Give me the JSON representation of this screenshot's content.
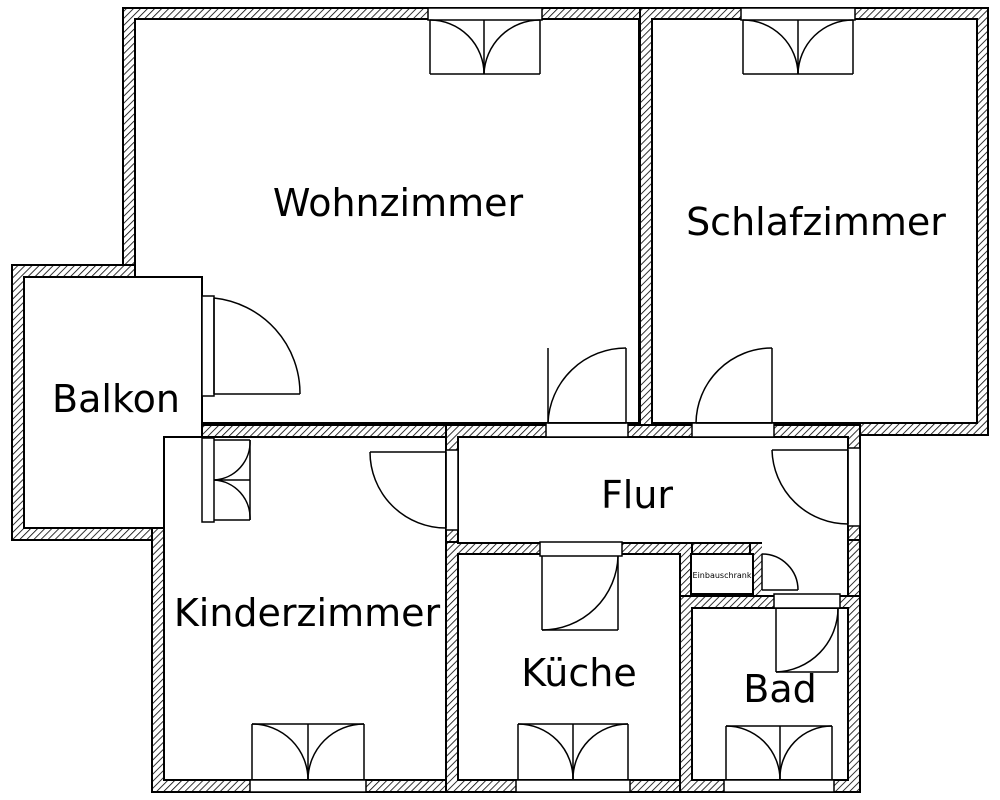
{
  "rooms": {
    "wohnzimmer": "Wohnzimmer",
    "schlafzimmer": "Schlafzimmer",
    "balkon": "Balkon",
    "flur": "Flur",
    "kinderzimmer": "Kinderzimmer",
    "kueche": "Küche",
    "bad": "Bad"
  },
  "fixtures": {
    "einbauschrank": "Einbauschrank"
  },
  "colors": {
    "wall_fill": "#ffffff",
    "wall_hatch": "#000000",
    "line": "#000000",
    "background": "#ffffff"
  }
}
